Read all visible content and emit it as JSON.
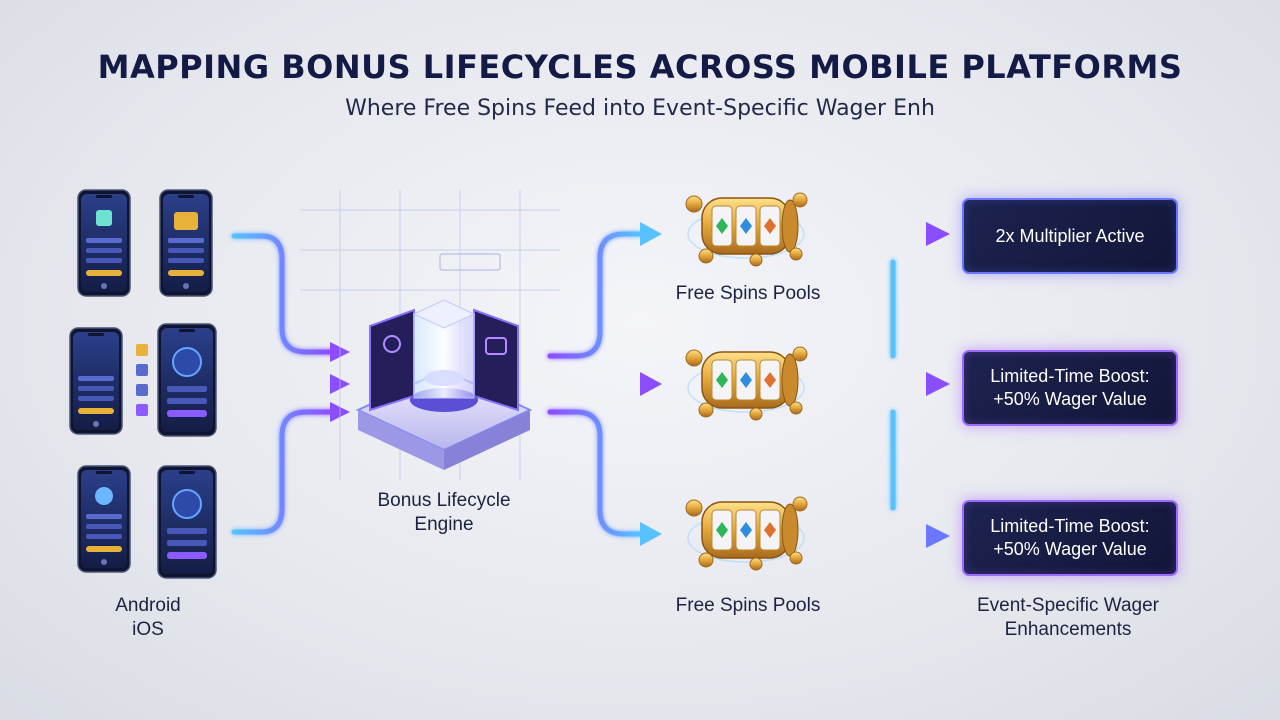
{
  "header": {
    "title": "MAPPING BONUS LIFECYCLES ACROSS MOBILE PLATFORMS",
    "subtitle": "Where Free Spins Feed into Event-Specific Wager Enh"
  },
  "platforms": {
    "label_line1": "Android",
    "label_line2": "iOS"
  },
  "engine": {
    "label_line1": "Bonus Lifecycle",
    "label_line2": "Engine"
  },
  "pools": {
    "top_label": "Free Spins Pools",
    "bottom_label": "Free Spins Pools"
  },
  "enhancements": {
    "box1_line1": "2x Multiplier Active",
    "box2_line1": "Limited-Time Boost:",
    "box2_line2": "+50% Wager Value",
    "box3_line1": "Limited-Time Boost:",
    "box3_line2": "+50% Wager Value",
    "label_line1": "Event-Specific Wager",
    "label_line2": "Enhancements"
  },
  "colors": {
    "accent_blue": "#4fa8ff",
    "accent_purple": "#8a4dff",
    "box_bg": "#151a40",
    "gold": "#e8b23a"
  }
}
